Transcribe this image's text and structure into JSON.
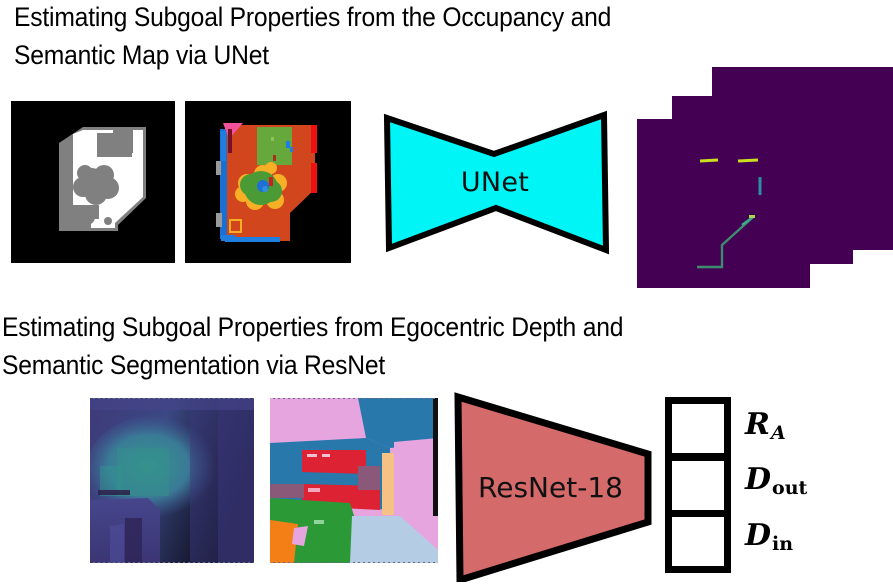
{
  "figure": {
    "heading_top": "Estimating Subgoal Properties from the Occupancy and\nSemantic Map via UNet",
    "heading_bottom": "Estimating Subgoal Properties from Egocentric Depth and\nSemantic Segmentation via ResNet"
  },
  "pipeline_top": {
    "input_occupancy_name": "occupancy-map",
    "input_semantic_name": "semantic-map",
    "model_label": "UNet",
    "model_color": "#00f6f6",
    "output_name": "feature-map-stack",
    "output_color": "#440154"
  },
  "pipeline_bottom": {
    "input_depth_name": "egocentric-depth-image",
    "input_segmentation_name": "semantic-segmentation-image",
    "model_label": "ResNet-18",
    "model_color": "#d46a6a",
    "outputs": [
      {
        "symbol": "R",
        "subscript": "A",
        "sub_italic": true
      },
      {
        "symbol": "D",
        "subscript": "out",
        "sub_italic": false
      },
      {
        "symbol": "D",
        "subscript": "in",
        "sub_italic": false
      }
    ]
  },
  "occupancy_map": {
    "free_color": "#ffffff",
    "occupied_color": "#808080",
    "unknown_color": "#000000"
  },
  "semantic_map": {
    "colors": {
      "floor": "#d2461e",
      "wall_blue": "#1f77d4",
      "green": "#67a83c",
      "red": "#ee1111",
      "pink": "#f0539c",
      "yellow": "#f7b026",
      "grey": "#9a9a9a"
    }
  },
  "segmentation_image": {
    "colors": {
      "ceiling": "#e6a5de",
      "wall_blue": "#2878ac",
      "furniture_red": "#dd2233",
      "floor_green": "#2b9a36",
      "floor_light": "#b5cde4",
      "orange": "#f57f17",
      "tan": "#f5c185",
      "mauve": "#8a5878"
    }
  },
  "feature_stack": {
    "layer_count": 3,
    "segment_colors": {
      "bright": "#c8e020",
      "teal": "#2a9d8f",
      "path": "#3d8c6e"
    }
  }
}
